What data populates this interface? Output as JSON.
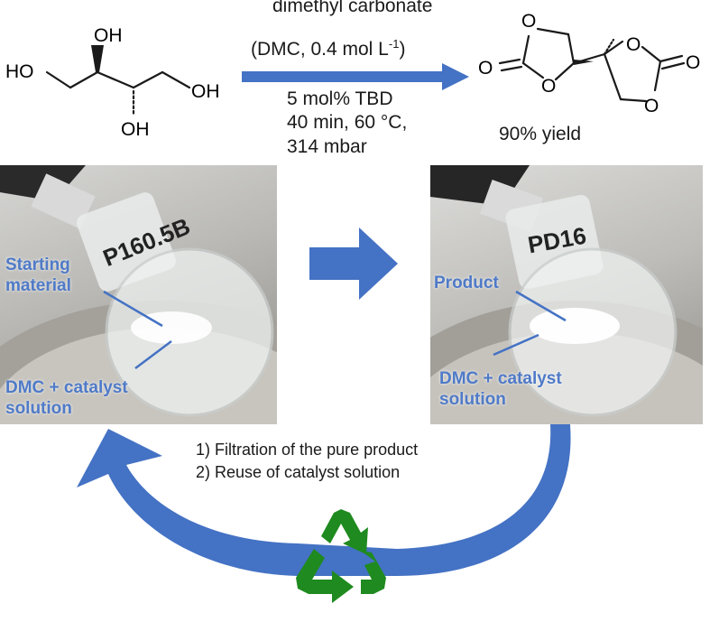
{
  "reaction": {
    "reagent_line1": "dimethyl carbonate",
    "reagent_line2": "(DMC, 0.4 mol L",
    "reagent_sup": "-1",
    "reagent_close": ")",
    "catalyst": "5 mol% TBD",
    "time_temp": "40 min, 60 °C,",
    "pressure": "314 mbar",
    "yield": "90% yield"
  },
  "reactant_atoms": {
    "oh_top": "OH",
    "ho_left": "HO",
    "oh_right": "OH",
    "oh_bottom": "OH"
  },
  "product_atoms": {
    "o1": "O",
    "o2": "O",
    "o3": "O",
    "o4": "O",
    "o5": "O",
    "o6": "O"
  },
  "photo_left": {
    "flask_label": "P160.5B",
    "label_starting_line1": "Starting",
    "label_starting_line2": "material",
    "label_dmc_line1": "DMC + catalyst",
    "label_dmc_line2": "solution"
  },
  "photo_right": {
    "flask_label": "PD16",
    "label_product": "Product",
    "label_dmc_line1": "DMC + catalyst",
    "label_dmc_line2": "solution"
  },
  "steps": {
    "step1": "1) Filtration of the pure product",
    "step2": "2) Reuse of catalyst solution"
  },
  "colors": {
    "arrow_blue": "#4472c4",
    "label_blue": "#4f7ac7",
    "recycle_green": "#1f8a1f"
  },
  "icons": {
    "recycle": "recycle-icon"
  }
}
